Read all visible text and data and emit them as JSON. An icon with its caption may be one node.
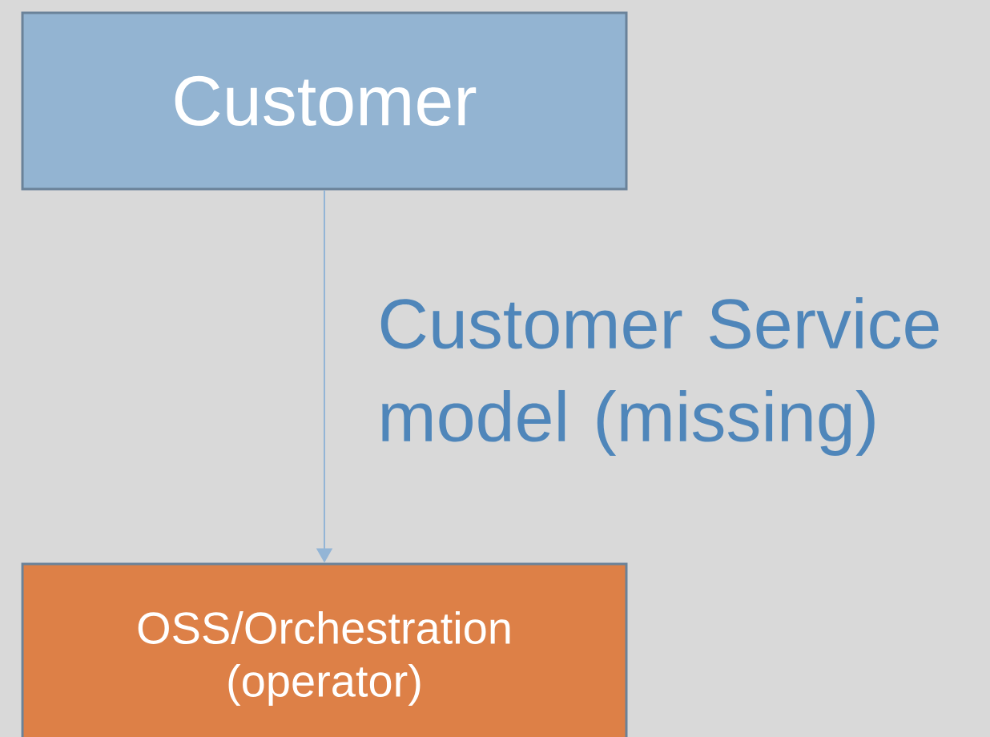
{
  "diagram": {
    "nodes": [
      {
        "text": [
          "Customer"
        ]
      },
      {
        "text": [
          "OSS/Orchestration (operator)"
        ]
      }
    ],
    "edges": [
      {
        "from": 0,
        "to": 1,
        "arrow": "to",
        "label": "Customer Service model (missing)"
      }
    ]
  }
}
